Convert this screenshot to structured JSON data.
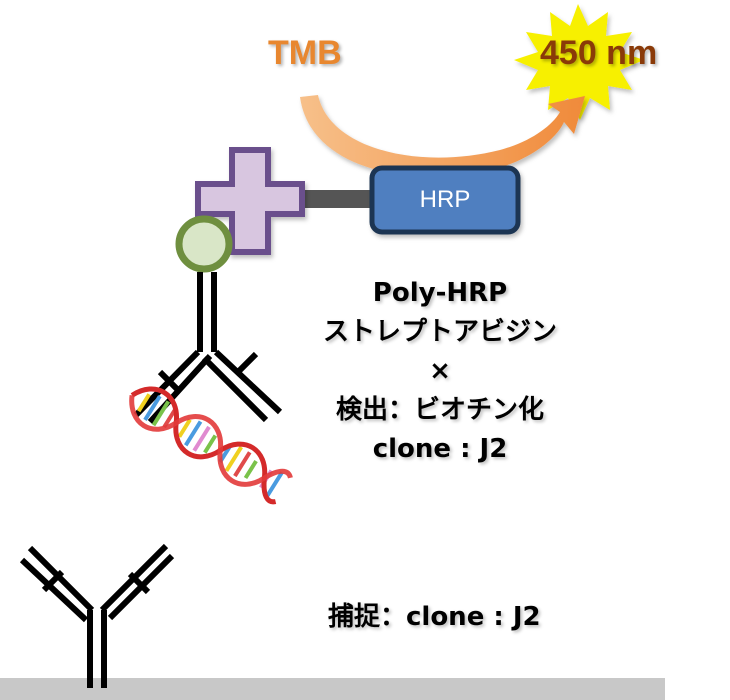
{
  "labels": {
    "substrate": "TMB",
    "wavelength": "450 nm",
    "enzyme": "HRP",
    "detection_lines": [
      "Poly-HRP",
      "ストレプトアビジン",
      "×",
      "検出：ビオチン化",
      "clone : J2"
    ],
    "capture": "捕捉：clone : J2"
  },
  "colors": {
    "substrate_text": "#e8872f",
    "wavelength_text": "#8a3a08",
    "starburst": "#f7f000",
    "arrow": "#f4a15a",
    "hrp_box": "#4f7fc0",
    "hrp_border": "#1f3552",
    "streptavidin_fill": "#d8c6e0",
    "streptavidin_border": "#6b4f8c",
    "biotin_fill": "#d9e6c7",
    "biotin_border": "#6f8f3f",
    "surface": "#c8c8c8"
  },
  "icons": [
    "starburst-icon",
    "arrow-icon",
    "dna-icon",
    "antibody-icon",
    "streptavidin-icon",
    "biotin-icon"
  ]
}
